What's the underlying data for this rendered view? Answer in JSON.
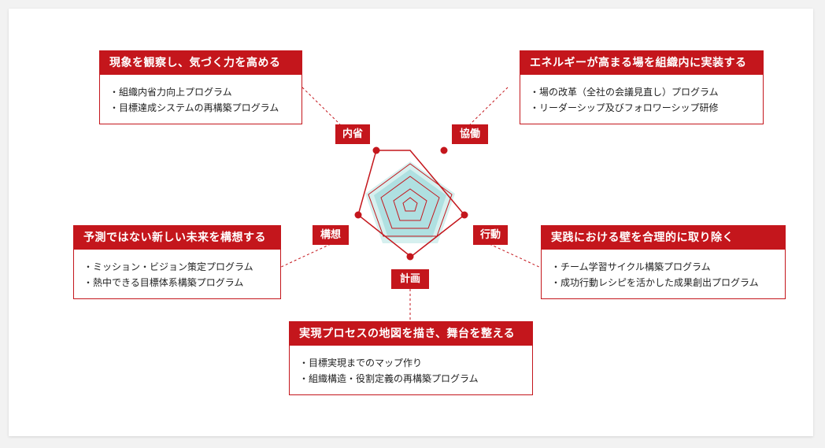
{
  "colors": {
    "accent": "#c4161c",
    "fill_outer": "#d6f0ef",
    "fill_inner": "#8fd3d6"
  },
  "axes": [
    {
      "id": "naisei",
      "label": "内省"
    },
    {
      "id": "kyodo",
      "label": "協働"
    },
    {
      "id": "kodo",
      "label": "行動"
    },
    {
      "id": "keikaku",
      "label": "計画"
    },
    {
      "id": "koso",
      "label": "構想"
    }
  ],
  "boxes": {
    "naisei": {
      "title": "現象を観察し、気づく力を高める",
      "items": [
        "・組織内省力向上プログラム",
        "・目標達成システムの再構築プログラム"
      ]
    },
    "kyodo": {
      "title": "エネルギーが高まる場を組織内に実装する",
      "items": [
        "・場の改革（全社の会議見直し）プログラム",
        "・リーダーシップ及びフォロワーシップ研修"
      ]
    },
    "kodo": {
      "title": "実践における壁を合理的に取り除く",
      "items": [
        "・チーム学習サイクル構築プログラム",
        "・成功行動レシピを活かした成果創出プログラム"
      ]
    },
    "keikaku": {
      "title": "実現プロセスの地図を描き、舞台を整える",
      "items": [
        "・目標実現までのマップ作り",
        "・組織構造・役割定義の再構築プログラム"
      ]
    },
    "koso": {
      "title": "予測ではない新しい未来を構想する",
      "items": [
        "・ミッション・ビジョン策定プログラム",
        "・熱中できる目標体系構築プログラム"
      ]
    }
  }
}
